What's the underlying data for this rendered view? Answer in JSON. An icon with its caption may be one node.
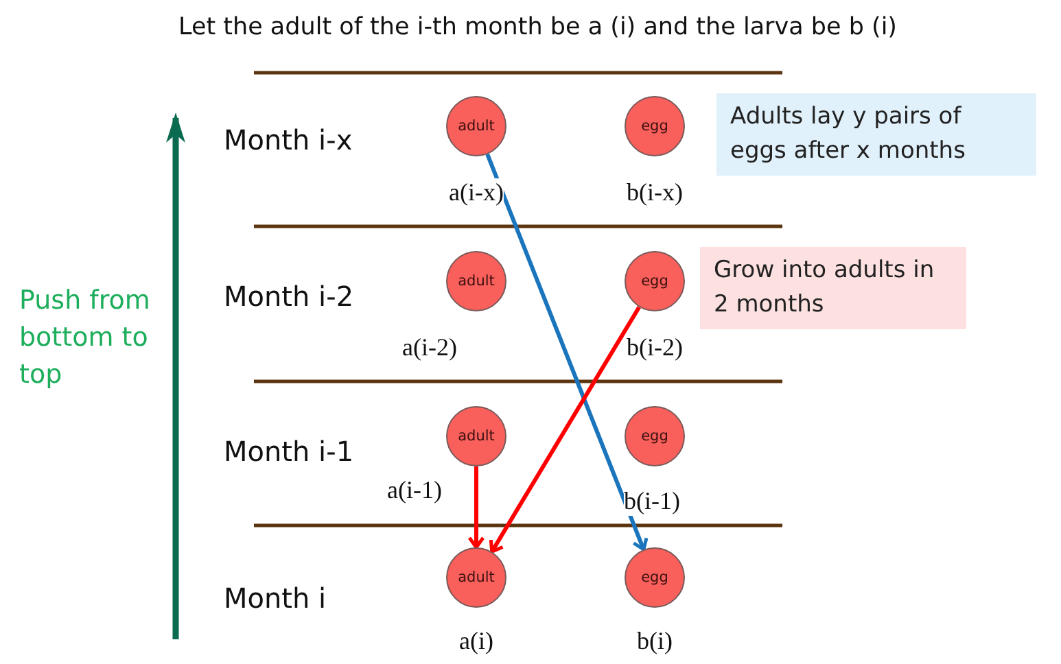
{
  "diagram": {
    "title": "Let the adult of the i-th month be a (i) and the larva be b (i)",
    "nodes": [
      {
        "text": [
          "adult"
        ],
        "beside": [
          "a(i-x)"
        ]
      },
      {
        "text": [
          "egg"
        ],
        "beside": [
          "b(i-x)"
        ]
      },
      {
        "text": [
          "Adults lay y pairs of eggs after x months"
        ]
      },
      {
        "text": [
          "adult"
        ],
        "beside": [
          "a(i-2)"
        ]
      },
      {
        "text": [
          "egg"
        ],
        "beside": [
          "b(i-2)"
        ]
      },
      {
        "text": [
          "Grow into adults in 2 months"
        ]
      },
      {
        "text": [
          "adult"
        ],
        "beside": [
          "a(i-1)"
        ]
      },
      {
        "text": [
          "egg"
        ],
        "beside": [
          "b(i-1)"
        ]
      },
      {
        "text": [
          "adult"
        ],
        "beside": [
          "a(i)"
        ]
      },
      {
        "text": [
          "egg"
        ],
        "beside": [
          "b(i)"
        ]
      }
    ],
    "edges": [
      {
        "from": 0,
        "to": 9,
        "arrow": "to",
        "color": "#1a75bc"
      },
      {
        "from": 4,
        "to": 8,
        "arrow": "to"
      },
      {
        "from": 6,
        "to": 8,
        "arrow": "to"
      }
    ],
    "labels": [
      "Month i-x",
      "Month i-2",
      "Month i-1",
      "Month i",
      "Push from bottom to top"
    ]
  }
}
